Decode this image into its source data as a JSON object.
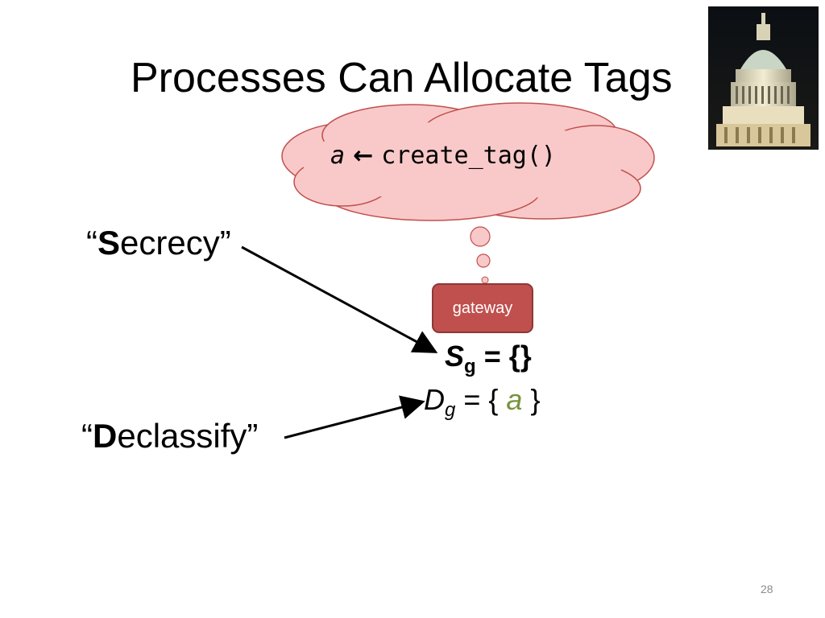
{
  "slide": {
    "title": "Processes Can Allocate Tags",
    "page_number": "28"
  },
  "thought": {
    "var": "a",
    "arrow": "←",
    "call": "create_tag()"
  },
  "gateway": {
    "label": "gateway"
  },
  "labels": {
    "secrecy_open": "“",
    "secrecy_bold": "S",
    "secrecy_rest": "ecrecy”",
    "declassify_open": "“",
    "declassify_bold": "D",
    "declassify_rest": "eclassify”"
  },
  "secrecy_label": {
    "symbol": "S",
    "subscript": "g",
    "value": " = {}"
  },
  "declassify_label": {
    "symbol": "D",
    "subscript": "g",
    "open": " = { ",
    "tag": "a",
    "close": " }"
  },
  "colors": {
    "gateway_fill": "#c0504d",
    "cloud_fill": "#f9c9c9",
    "tag_color": "#77933c"
  }
}
